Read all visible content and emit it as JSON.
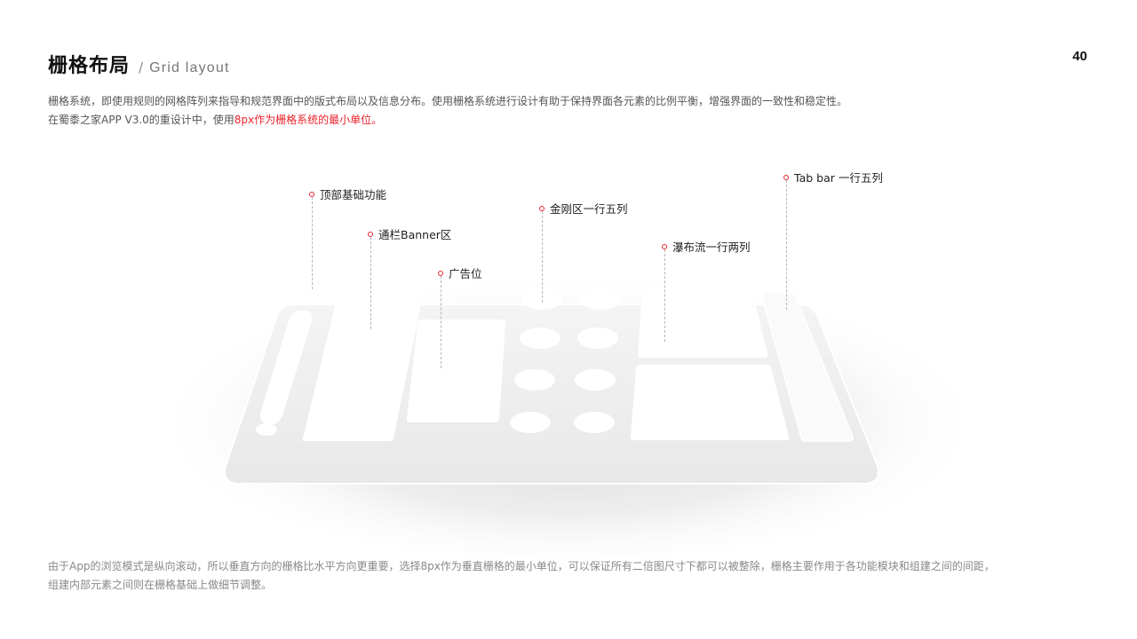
{
  "header": {
    "title_cn": "栅格布局",
    "separator": "/",
    "title_en": "Grid layout",
    "page_number": "40"
  },
  "intro": {
    "line1": "栅格系统，即使用规则的网格阵列来指导和规范界面中的版式布局以及信息分布。使用栅格系统进行设计有助于保持界面各元素的比例平衡，增强界面的一致性和稳定性。",
    "line2_prefix": "在蜀黍之家APP V3.0的重设计中，使用",
    "line2_highlight": "8px作为栅格系统的最小单位。",
    "highlight_color": "#e8232b"
  },
  "callouts": [
    {
      "id": "top-basic",
      "label": "顶部基础功能"
    },
    {
      "id": "banner",
      "label": "通栏Banner区"
    },
    {
      "id": "ad",
      "label": "广告位"
    },
    {
      "id": "kingkong",
      "label": "金刚区一行五列"
    },
    {
      "id": "waterfall",
      "label": "瀑布流一行两列"
    },
    {
      "id": "tabbar",
      "label": "Tab bar 一行五列"
    }
  ],
  "footer": {
    "line1": "由于App的浏览模式是纵向滚动，所以垂直方向的栅格比水平方向更重要，选择8px作为垂直栅格的最小单位，可以保证所有二倍图尺寸下都可以被整除，栅格主要作用于各功能模块和组建之间的间距，",
    "line2": "组建内部元素之间则在栅格基础上做细节调整。"
  },
  "colors": {
    "accent": "#e8232b",
    "body_text": "#555555",
    "footer_text": "#888888"
  }
}
